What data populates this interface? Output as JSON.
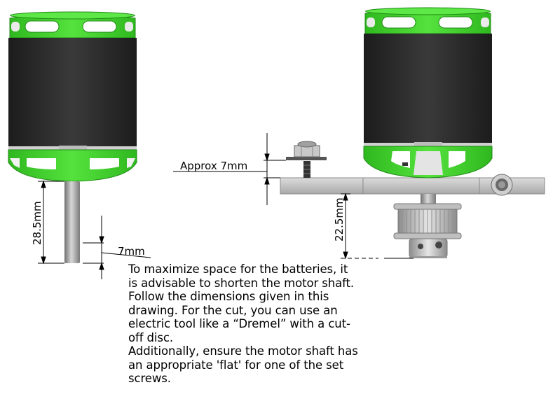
{
  "dimensions": {
    "left_shaft_length": "28.5mm",
    "left_flat_length": "7mm",
    "nut_gap": "Approx 7mm",
    "right_shaft_length": "22.5mm"
  },
  "instructions": [
    "To maximize space for the batteries, it is advisable to shorten the motor shaft.",
    "Follow the dimensions given in this drawing. For the cut, you can use an electric tool like a “Dremel” with a cut-off disc.",
    "Additionally, ensure the motor shaft has an appropriate 'flat' for one of the set screws."
  ],
  "colors": {
    "motor_green": "#3fd12a",
    "motor_green_dark": "#1f8a15",
    "motor_body": "#2b2b2b",
    "shaft": "#9a9a9a",
    "plate": "#c4c4c4"
  }
}
